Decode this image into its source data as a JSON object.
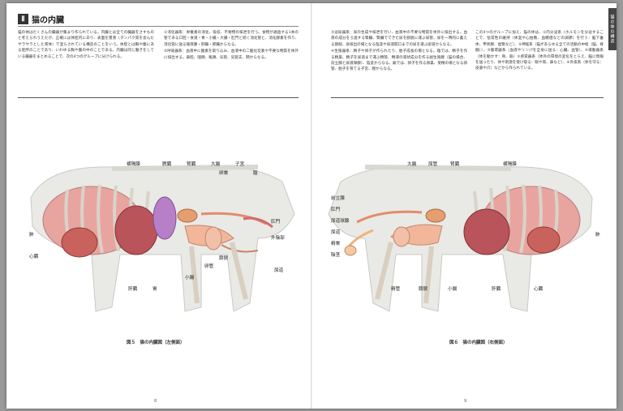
{
  "left_page": {
    "heading_badge": "Ⅱ",
    "heading": "猫の内臓",
    "col1": [
      "猫の体はたくさんの臓器が集まり作られている。内臓とは全ての臓器をさすものと考えられうえだが、正確には体腔内にあり、表面を漿液（タンパク質を含んだサラサラとした液体）で湿らされている構造のことをいう。体腔とは胸や腹にある腔所のことであり、いわゆる胸や腹の中のことである。内臓は同じ働きをしている臓器をまとめることで、次の4つのグループに分けられる。"
    ],
    "col2": [
      "①消化器系：栄養素の消化、吸収、不要物の排泄を行う。食物が通過する1本の管である口腔・食道・胃・小腸・大腸・肛門と続く消化管と、消化酵素を作り、消化管に送る唾液腺・肝臓・膵臓からなる。",
      "②呼吸器系：血液中に酸素を取り込み、血液中の二酸化炭素や不要な物質を体外に排出する。鼻腔、咽頭、喉頭、気管、気管支、肺からなる。"
    ],
    "figure_labels": [
      "横隔膜",
      "脾臓",
      "腎臓",
      "大腸",
      "子宮",
      "卵巣",
      "膣",
      "肛門",
      "外陰部",
      "肺",
      "心臓",
      "肝臓",
      "胃",
      "小腸",
      "卵管",
      "膀胱",
      "尿道"
    ],
    "caption": "図５　猫の内臓図（左側面）",
    "page_number": "8"
  },
  "right_page": {
    "col1": [
      "③泌尿器系：尿の生成や排泄を行い、血液中の不要な物質を体外に排出する。血液の成分をろ過する腎臓、腎臓でできた尿を膀胱に運ぶ尿管、尿を一時的に蓄える膀胱、尿排出の場となる陰茎や尿道開口までの尿を運ぶ尿道からなる。",
      "④生殖器系：精子や卵子が作られたり、胎子成長の場となる。雄では、精子を作る精巣、精子を尿道まで運ぶ精管、精液の液状成分を作る副生殖腺（猫の場合、前立腺と尿道球腺）、陰茎からなる。雌では、卵子を作る卵巣、受精の場となる卵管、胎子を育てる子宮、膣からなる。"
    ],
    "col2": [
      "この4つのグループに加え、猫の体は、①内分泌系（ホルモンを分泌することで、恒常性の維持（体温や心拍数、血糖値などの調節）を行う：脳下垂体、甲状腺、副腎など）、②神経系（猫があらゆる全ての活動の中枢（脳、脊髄））、③循環器系（血液やリンパを全身に送る：心臓、血管）、④運動器系（体を動かす：骨、筋）⑤感覚器系（体外の環境の変化をとらえ、脳に情報を送ったり、体や刺激を受け取る：眼や耳、鼻など）、⑥外皮系（体を守る：皮膚や爪）などから作られている。"
    ],
    "tab": "猫の体の構造",
    "figure_labels": [
      "大腸",
      "尿管",
      "腎臓",
      "横隔膜",
      "前立腺",
      "肛門",
      "尿道球腺",
      "尿道",
      "精巣",
      "陰茎",
      "精管",
      "膀胱",
      "小腸",
      "肝臓",
      "心臓",
      "肺"
    ],
    "caption": "図６　猫の内臓図（右側面）",
    "page_number": "9"
  }
}
